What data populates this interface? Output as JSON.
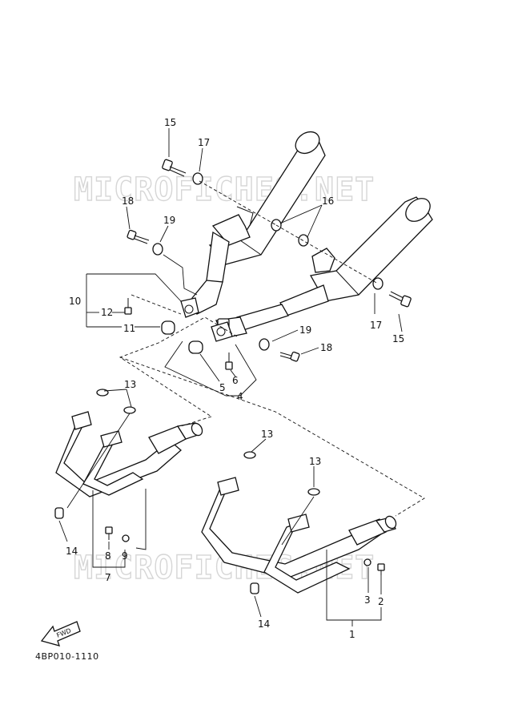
{
  "watermark_text": "MICROFICHES.NET",
  "diagram_code": "4BP010-1110",
  "fwd_label": "FWD",
  "callouts": {
    "c1": "1",
    "c2": "2",
    "c3": "3",
    "c4": "4",
    "c5": "5",
    "c6": "6",
    "c7": "7",
    "c8": "8",
    "c9": "9",
    "c10": "10",
    "c11": "11",
    "c12": "12",
    "c13a": "13",
    "c13b": "13",
    "c13c": "13",
    "c14a": "14",
    "c14b": "14",
    "c15a": "15",
    "c15b": "15",
    "c16": "16",
    "c17a": "17",
    "c17b": "17",
    "c18a": "18",
    "c18b": "18",
    "c19a": "19",
    "c19b": "19"
  }
}
